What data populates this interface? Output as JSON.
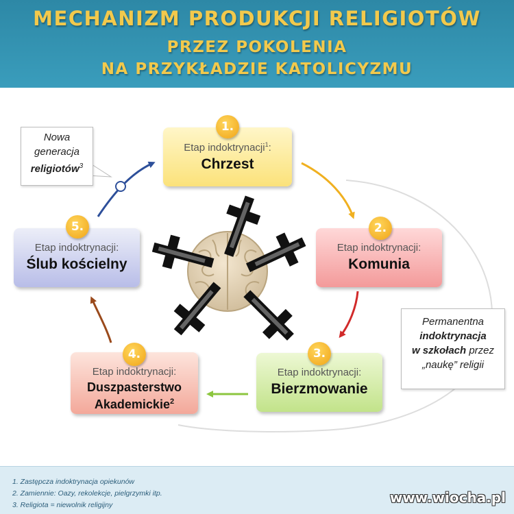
{
  "header": {
    "line1": "MECHANIZM PRODUKCJI RELIGIOTÓW",
    "line2": "PRZEZ POKOLENIA",
    "line3": "NA PRZYKŁADZIE KATOLICYZMU"
  },
  "stages": [
    {
      "number": "1.",
      "label": "Etap indoktrynacji",
      "label_sup": "1",
      "label_suffix": ":",
      "name": "Chrzest",
      "name_sup": ""
    },
    {
      "number": "2.",
      "label": "Etap indoktrynacji:",
      "label_sup": "",
      "label_suffix": "",
      "name": "Komunia",
      "name_sup": ""
    },
    {
      "number": "3.",
      "label": "Etap indoktrynacji:",
      "label_sup": "",
      "label_suffix": "",
      "name": "Bierzmowanie",
      "name_sup": ""
    },
    {
      "number": "4.",
      "label": "Etap indoktrynacji:",
      "label_sup": "",
      "label_suffix": "",
      "name_line1": "Duszpasterstwo",
      "name_line2": "Akademickie",
      "name_sup": "2"
    },
    {
      "number": "5.",
      "label": "Etap indoktrynacji:",
      "label_sup": "",
      "label_suffix": "",
      "name": "Ślub kościelny",
      "name_sup": ""
    }
  ],
  "callout_new_generation": {
    "line1": "Nowa",
    "line2": "generacja",
    "line3": "religiotów",
    "sup": "3"
  },
  "callout_permanent": {
    "line1": "Permanentna",
    "line2": "indoktrynacja",
    "line3_bold": "w szkołach",
    "line3_rest": " przez",
    "line4": "„naukę” religii"
  },
  "footnotes": [
    "1. Zastępcza indoktrynacja opiekunów",
    "2. Zamiennie: Oazy, rekolekcje, pielgrzymki itp.",
    "3. Religiota = niewolnik religijny"
  ],
  "watermark": "www.wiocha.pl",
  "colors": {
    "header_bg": "#3a9dbc",
    "title": "#f2c94c",
    "arrow_1_2": "#f0b020",
    "arrow_2_3": "#d12a2a",
    "arrow_3_4": "#8cc63f",
    "arrow_4_5": "#9a4a1c",
    "arrow_5_1": "#2d4f9a"
  }
}
